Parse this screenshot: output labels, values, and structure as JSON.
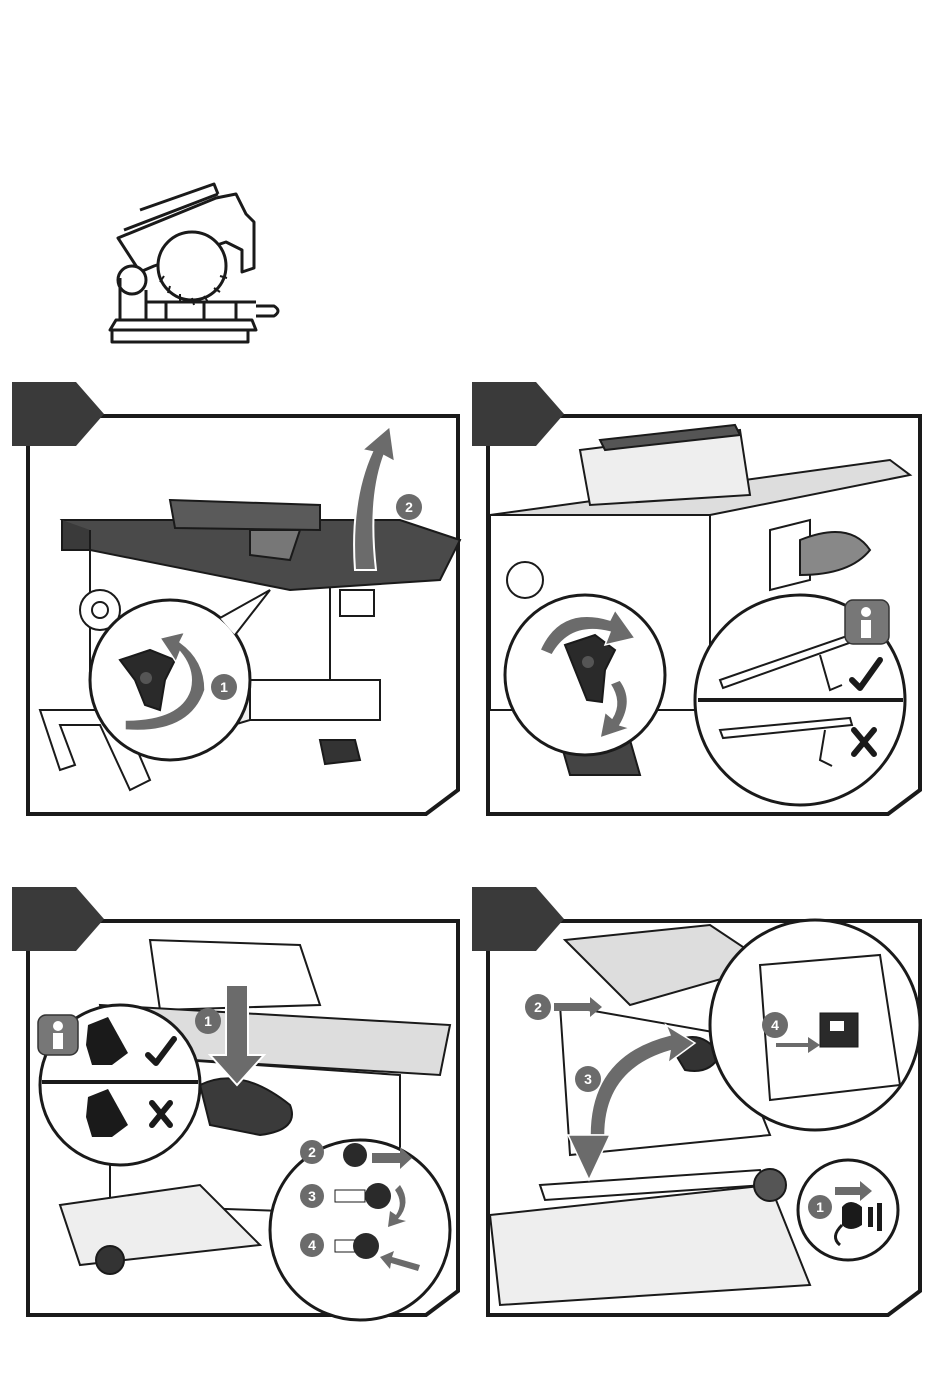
{
  "page": {
    "mode_icon": "table-saw-mode-icon",
    "colors": {
      "ink": "#1a1a1a",
      "tab": "#3a3a3a",
      "table": "#4a4a4a",
      "badge": "#6b6b6b",
      "paper": "#ffffff"
    }
  },
  "panels": [
    {
      "id": "panel-1",
      "steps": [
        "1",
        "2"
      ],
      "icons": [
        "star-knob-icon",
        "rotate-arrow-icon",
        "lift-arrow-icon"
      ]
    },
    {
      "id": "panel-2",
      "steps": [],
      "icons": [
        "star-knob-icon",
        "rotate-arrow-icon",
        "info-person-icon",
        "check-icon",
        "cross-icon"
      ]
    },
    {
      "id": "panel-3",
      "steps": [
        "1",
        "2",
        "3",
        "4"
      ],
      "icons": [
        "info-person-icon",
        "strong-arm-icon",
        "check-icon",
        "cross-icon",
        "push-down-arrow-icon"
      ]
    },
    {
      "id": "panel-4",
      "steps": [
        "1",
        "2",
        "3",
        "4"
      ],
      "icons": [
        "unplug-icon",
        "arrow-icon",
        "swing-arrow-icon",
        "switch-icon"
      ]
    }
  ]
}
